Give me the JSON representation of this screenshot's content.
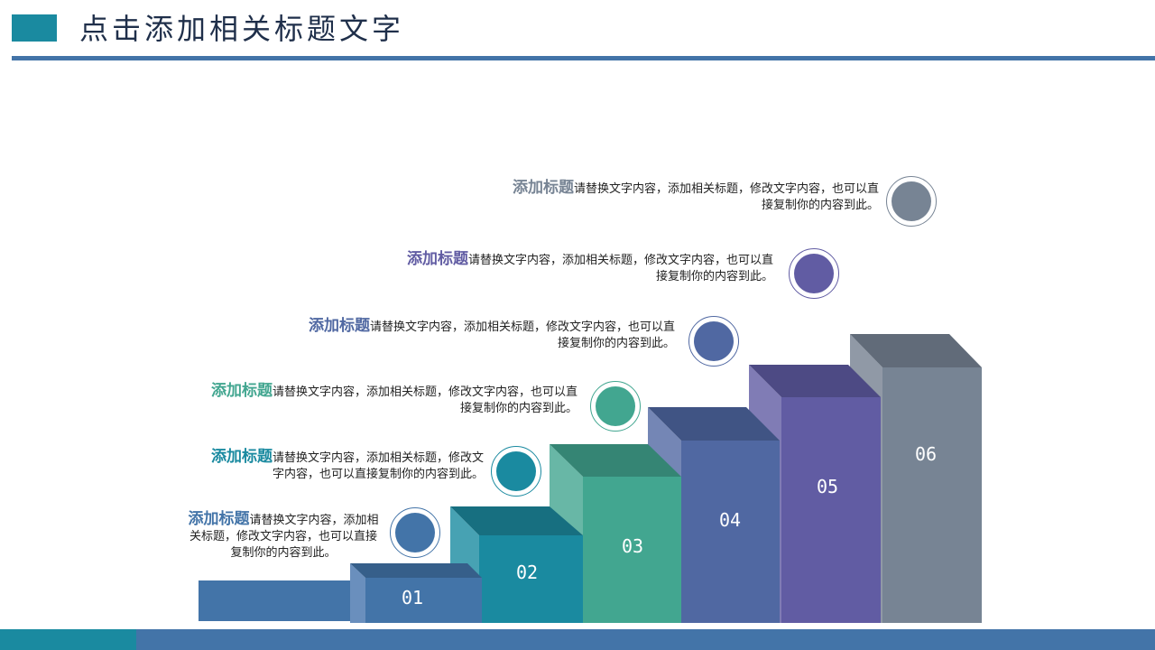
{
  "header": {
    "title": "点击添加相关标题文字"
  },
  "steps": [
    {
      "label": "01",
      "front": "#4374a8",
      "top": "#365f8a",
      "side": "#6a8fbd",
      "ring": "#4374a8",
      "title": "添加标题",
      "text": "请替换文字内容，添加相关标题，修改文字内容，也可以直接复制你的内容到此。"
    },
    {
      "label": "02",
      "front": "#1a8aa0",
      "top": "#176f80",
      "side": "#47a2b3",
      "ring": "#1a8aa0",
      "title": "添加标题",
      "text": "请替换文字内容，添加相关标题，修改文字内容，也可以直接复制你的内容到此。"
    },
    {
      "label": "03",
      "front": "#42a690",
      "top": "#358574",
      "side": "#68b7a6",
      "ring": "#42a690",
      "title": "添加标题",
      "text": "请替换文字内容，添加相关标题，修改文字内容，也可以直接复制你的内容到此。"
    },
    {
      "label": "04",
      "front": "#5068a2",
      "top": "#405484",
      "side": "#7486b5",
      "ring": "#5068a2",
      "title": "添加标题",
      "text": "请替换文字内容，添加相关标题，修改文字内容，也可以直接复制你的内容到此。"
    },
    {
      "label": "05",
      "front": "#615ca3",
      "top": "#4d4a84",
      "side": "#807cb5",
      "ring": "#615ca3",
      "title": "添加标题",
      "text": "请替换文字内容，添加相关标题，修改文字内容，也可以直接复制你的内容到此。"
    },
    {
      "label": "06",
      "front": "#778494",
      "top": "#616b79",
      "side": "#9099a6",
      "ring": "#778494",
      "title": "添加标题",
      "text": "请替换文字内容，添加相关标题，修改文字内容，也可以直接复制你的内容到此。"
    }
  ],
  "colors": {
    "header_square": "#1a8aa0",
    "header_rule": "#4374a8",
    "footer_left": "#1a8aa0",
    "footer_right": "#4374a8"
  }
}
